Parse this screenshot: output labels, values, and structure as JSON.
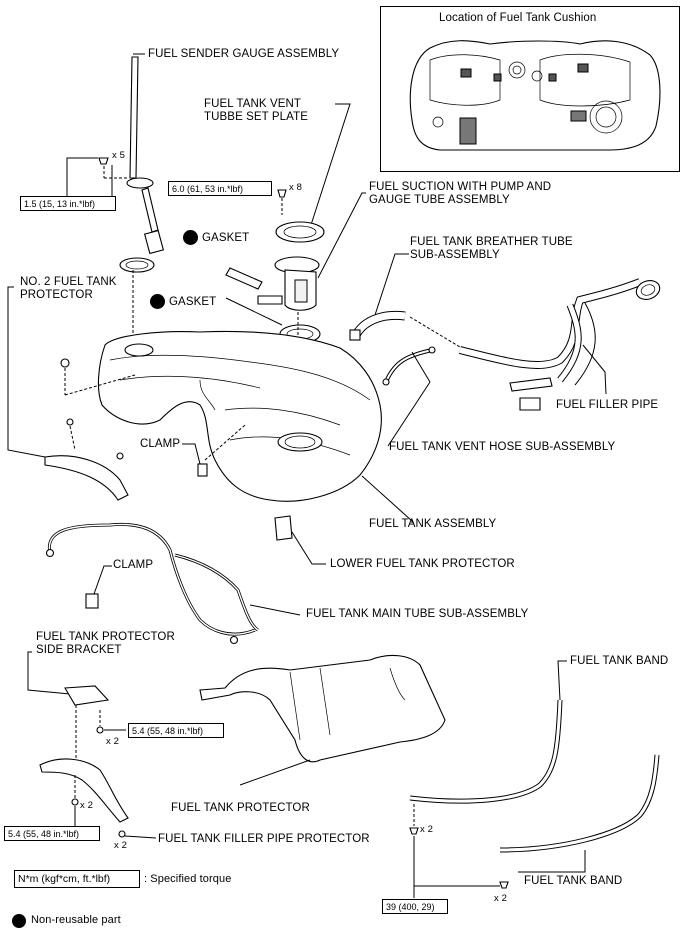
{
  "inset": {
    "title": "Location of Fuel Tank Cushion"
  },
  "labels": {
    "fuel_sender_gauge": "FUEL SENDER GAUGE ASSEMBLY",
    "vent_plate_line1": "FUEL TANK VENT",
    "vent_plate_line2": "TUBBE SET PLATE",
    "suction_line1": "FUEL SUCTION WITH PUMP AND",
    "suction_line2": "GAUGE TUBE ASSEMBLY",
    "gasket_1": "GASKET",
    "gasket_2": "GASKET",
    "breather_line1": "FUEL TANK BREATHER TUBE",
    "breather_line2": "SUB-ASSEMBLY",
    "no2_protector_line1": "NO. 2 FUEL TANK",
    "no2_protector_line2": "PROTECTOR",
    "clamp_1": "CLAMP",
    "clamp_2": "CLAMP",
    "filler_pipe": "FUEL FILLER PIPE",
    "vent_hose": "FUEL TANK VENT HOSE SUB-ASSEMBLY",
    "tank_assembly": "FUEL TANK ASSEMBLY",
    "lower_protector": "LOWER FUEL TANK PROTECTOR",
    "main_tube": "FUEL TANK MAIN TUBE SUB-ASSEMBLY",
    "side_bracket_line1": "FUEL TANK PROTECTOR",
    "side_bracket_line2": "SIDE BRACKET",
    "band_1": "FUEL TANK BAND",
    "band_2": "FUEL TANK BAND",
    "tank_protector": "FUEL TANK PROTECTOR",
    "filler_pipe_protector": "FUEL TANK FILLER PIPE PROTECTOR"
  },
  "torques": {
    "sender": "1.5 (15, 13 in.*lbf)",
    "vent_plate": "6.0 (61, 53 in.*lbf)",
    "bracket": "5.4 (55, 48 in.*lbf)",
    "pipe_protector": "5.4 (55, 48 in.*lbf)",
    "band": "39 (400, 29)"
  },
  "counts": {
    "sender": "x 5",
    "vent_plate": "x 8",
    "bracket": "x 2",
    "pipe_protector_a": "x 2",
    "pipe_protector_b": "x 2",
    "band_a": "x 2",
    "band_b": "x 2"
  },
  "legend": {
    "torque_box": "N*m (kgf*cm, ft.*lbf)",
    "torque_text": ": Specified torque",
    "nonreusable_text": "Non-reusable part"
  }
}
